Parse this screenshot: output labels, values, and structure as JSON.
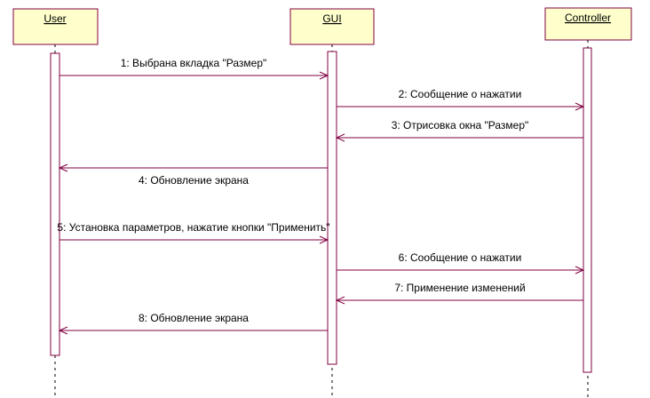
{
  "participants": [
    {
      "id": "user",
      "name": "User"
    },
    {
      "id": "gui",
      "name": "GUI"
    },
    {
      "id": "controller",
      "name": "Controller"
    }
  ],
  "messages": [
    {
      "from": "user",
      "to": "gui",
      "label": "1: Выбрана вкладка \"Размер\""
    },
    {
      "from": "gui",
      "to": "controller",
      "label": "2: Сообщение о нажатии"
    },
    {
      "from": "controller",
      "to": "gui",
      "label": "3: Отрисовка окна \"Размер\""
    },
    {
      "from": "gui",
      "to": "user",
      "label": "4: Обновление экрана"
    },
    {
      "from": "user",
      "to": "gui",
      "label": "5: Установка параметров, нажатие кнопки \"Применить\""
    },
    {
      "from": "gui",
      "to": "controller",
      "label": "6: Сообщение о нажатии"
    },
    {
      "from": "controller",
      "to": "gui",
      "label": "7: Применение изменений"
    },
    {
      "from": "gui",
      "to": "user",
      "label": "8: Обновление экрана"
    }
  ],
  "colors": {
    "participant_fill": "#ffffcc",
    "line": "#800040"
  }
}
